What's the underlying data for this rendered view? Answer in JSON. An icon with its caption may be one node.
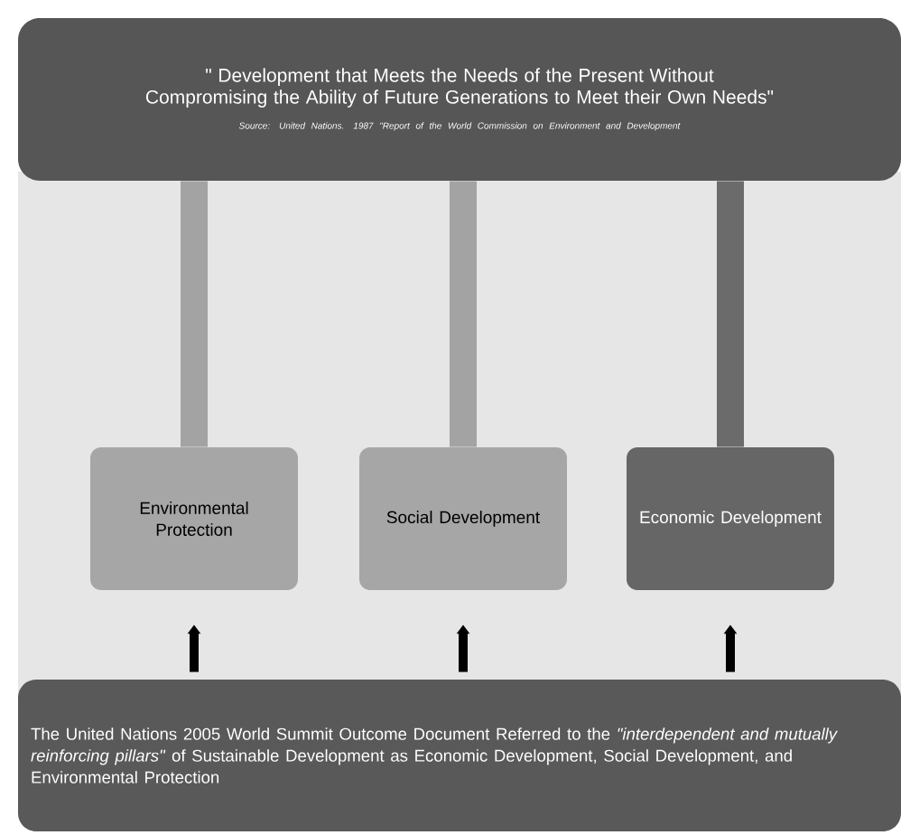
{
  "diagram": {
    "nodes": [
      {
        "text": [
          "\" Development that Meets the Needs of the Present Without Compromising the Ability of Future Generations to Meet their Own Needs\"",
          "Source: United Nations. 1987 \"Report of the World Commission on Environment and Development"
        ]
      },
      {
        "text": [
          "Environmental Protection"
        ]
      },
      {
        "text": [
          "Social Development"
        ]
      },
      {
        "text": [
          "Economic Development"
        ]
      },
      {
        "text": [
          "The United Nations 2005 World Summit Outcome Document Referred to the *\"interdependent and mutually reinforcing pillars\"* of Sustainable Development as Economic Development, Social Development, and Environmental Protection"
        ]
      }
    ],
    "edges": [
      {
        "from": 0,
        "to": 1,
        "arrow": "none",
        "style": "thick",
        "color": "#a3a3a3"
      },
      {
        "from": 0,
        "to": 2,
        "arrow": "none",
        "style": "thick",
        "color": "#a3a3a3"
      },
      {
        "from": 0,
        "to": 3,
        "arrow": "none",
        "style": "thick",
        "color": "#6b6b6b"
      },
      {
        "from": 4,
        "to": 1,
        "arrow": "to"
      },
      {
        "from": 4,
        "to": 2,
        "arrow": "to"
      },
      {
        "from": 4,
        "to": 3,
        "arrow": "to"
      }
    ]
  }
}
